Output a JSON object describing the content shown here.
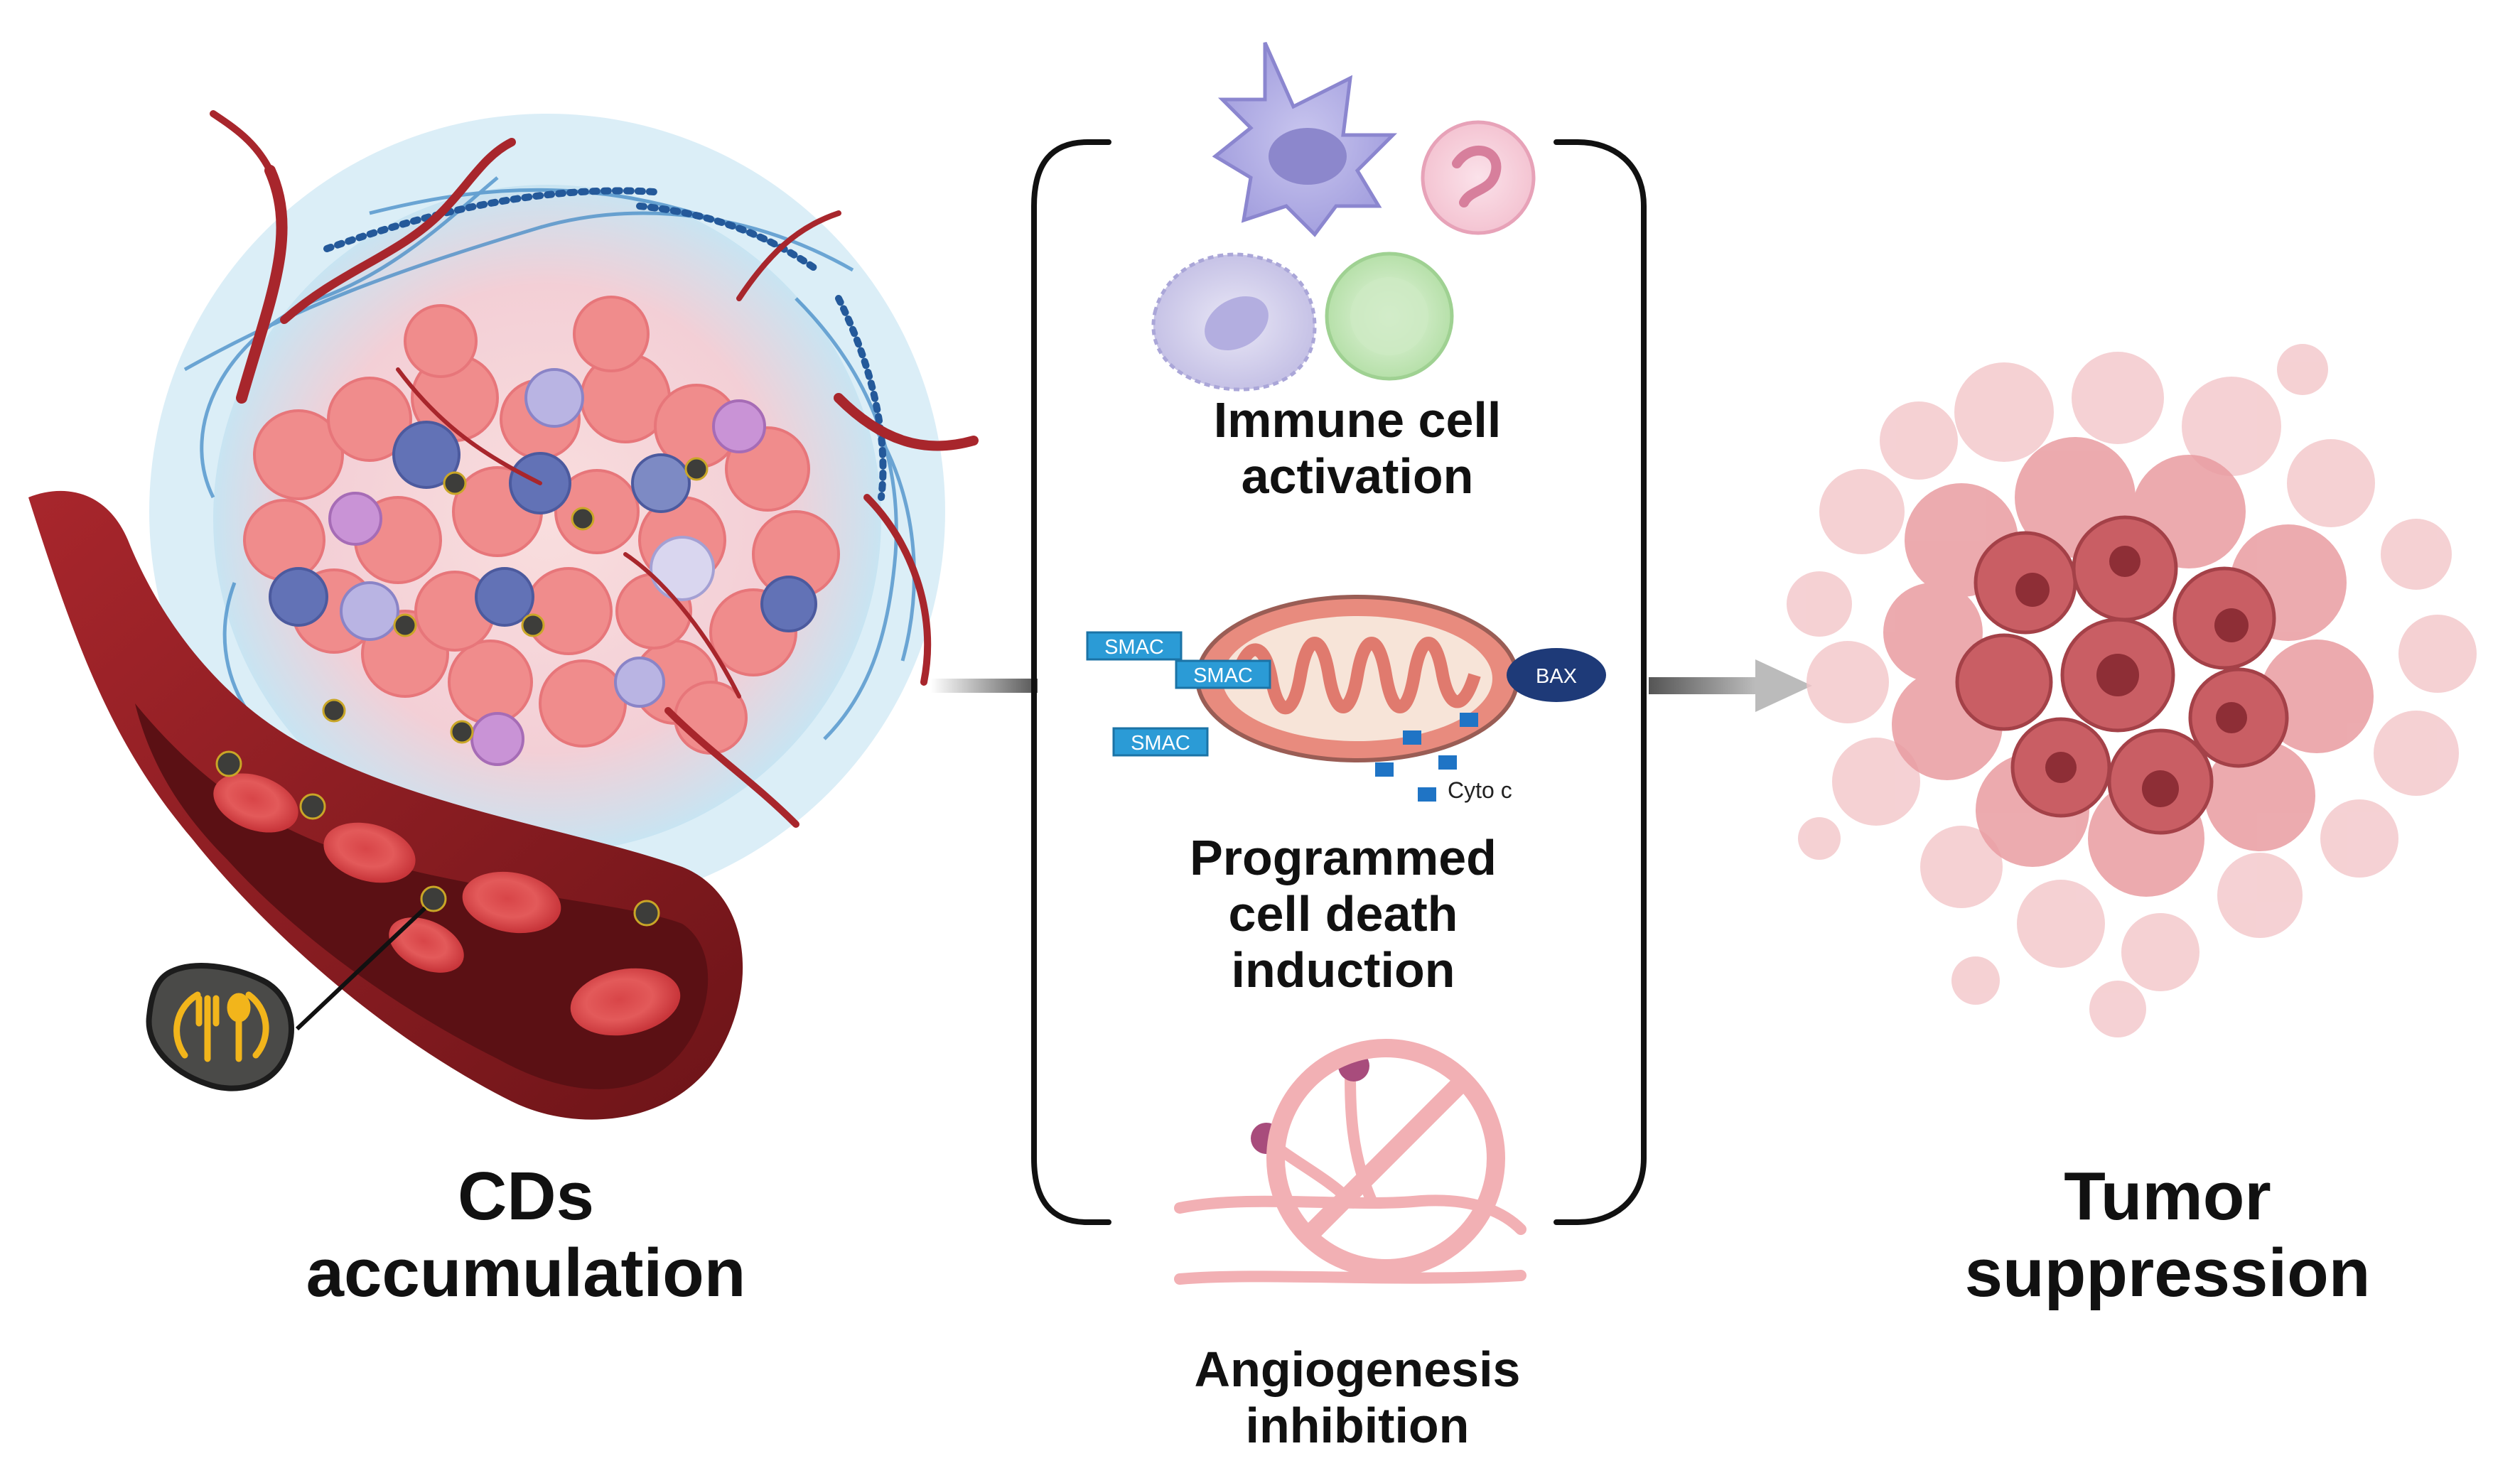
{
  "left_panel": {
    "label_line1": "CDs",
    "label_line2": "accumulation"
  },
  "middle_panel": {
    "immune": {
      "line1": "Immune cell",
      "line2": "activation"
    },
    "death": {
      "line1": "Programmed",
      "line2": "cell death",
      "line3": "induction"
    },
    "angio": {
      "line1": "Angiogenesis",
      "line2": "inhibition"
    },
    "mito_labels": {
      "smac1": "SMAC",
      "smac2": "SMAC",
      "smac3": "SMAC",
      "bax": "BAX",
      "cyto": "Cyto c"
    }
  },
  "right_panel": {
    "label_line1": "Tumor",
    "label_line2": "suppression"
  },
  "colors": {
    "vessel": "#8e1f24",
    "tumor_cell": "#f08c8c",
    "stroma": "#b8dcef",
    "immune_cell": "#9d9ad6",
    "mito": "#e07a6e",
    "smac": "#2b9bd6",
    "bax": "#1e3a78",
    "no_sign": "#f2b0b4",
    "tumor_dead": "#c95e64",
    "arrow": "#7f7f7f"
  },
  "icons": {
    "cd": "fork-spoon-icon",
    "inhibit": "prohibited-icon"
  }
}
